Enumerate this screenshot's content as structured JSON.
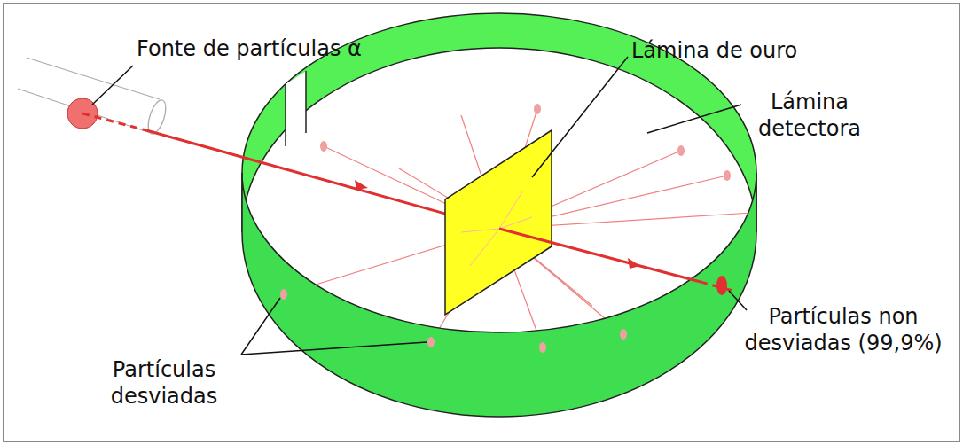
{
  "diagram": {
    "labels": [
      "Fonte de partículas α",
      "Lámina de ouro",
      "Lámina detectora",
      "Partículas non desviadas (99,9%)",
      "Partículas desviadas"
    ]
  }
}
